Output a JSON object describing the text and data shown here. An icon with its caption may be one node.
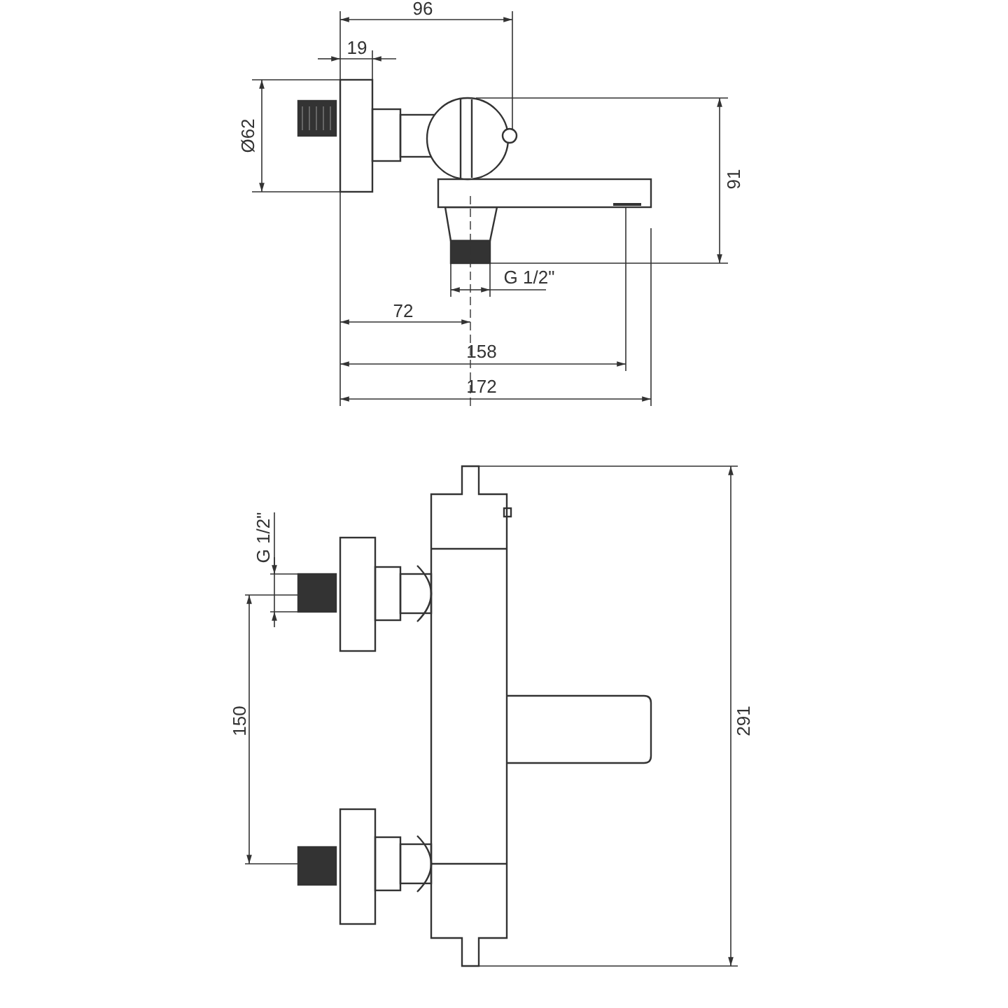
{
  "diagram": {
    "labels": [
      "96",
      "19",
      "Ø62",
      "91",
      "G 1/2\"",
      "72",
      "158",
      "172",
      "G 1/2\"",
      "150",
      "291"
    ]
  }
}
